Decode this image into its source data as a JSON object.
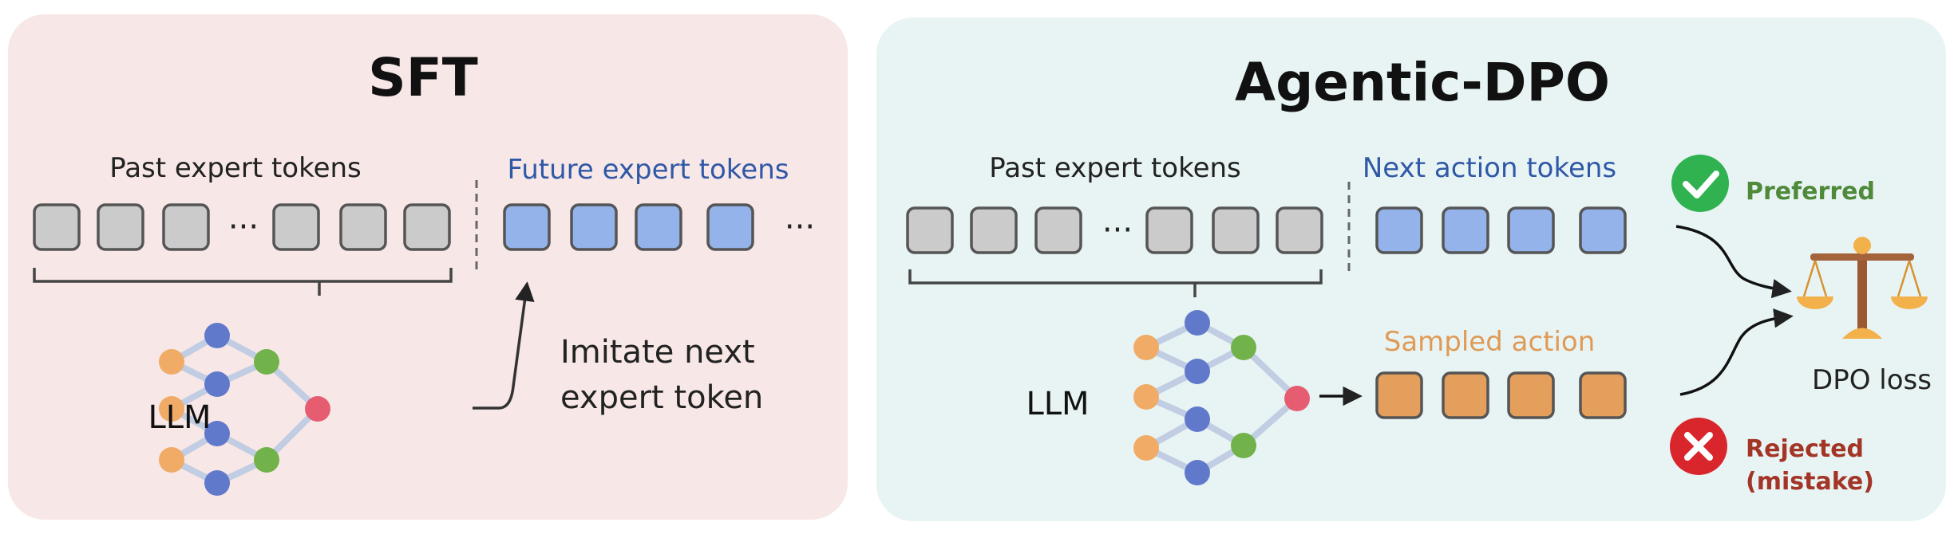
{
  "sft": {
    "title": "SFT",
    "past_label": "Past expert tokens",
    "future_label": "Future expert tokens",
    "model_label": "LLM",
    "note_line1": "Imitate next",
    "note_line2": "expert token",
    "ellipsis": "···"
  },
  "dpo": {
    "title": "Agentic-DPO",
    "past_label": "Past expert tokens",
    "next_label": "Next action tokens",
    "model_label": "LLM",
    "sampled_label": "Sampled action",
    "preferred_label": "Preferred",
    "rejected_line1": "Rejected",
    "rejected_line2": "(mistake)",
    "loss_label": "DPO loss",
    "ellipsis": "···"
  },
  "colors": {
    "sft_panel": "#f8e7e7",
    "dpo_panel": "#e8f4f4",
    "past_token": "#cbcbcb",
    "expert_token": "#93b3ea",
    "sampled_token": "#e59f5c",
    "future_text": "#2f58a6",
    "sampled_text": "#df9a56",
    "preferred": "#2fb24f",
    "preferred_text": "#4f8a3a",
    "rejected": "#d9262c",
    "rejected_text": "#a33527",
    "node_orange": "#f0ab67",
    "node_blue": "#6179cb",
    "node_green": "#72b24a",
    "node_red": "#e65d72"
  },
  "icons": [
    "check-icon",
    "cross-icon",
    "scales-icon",
    "neural-network-icon"
  ]
}
